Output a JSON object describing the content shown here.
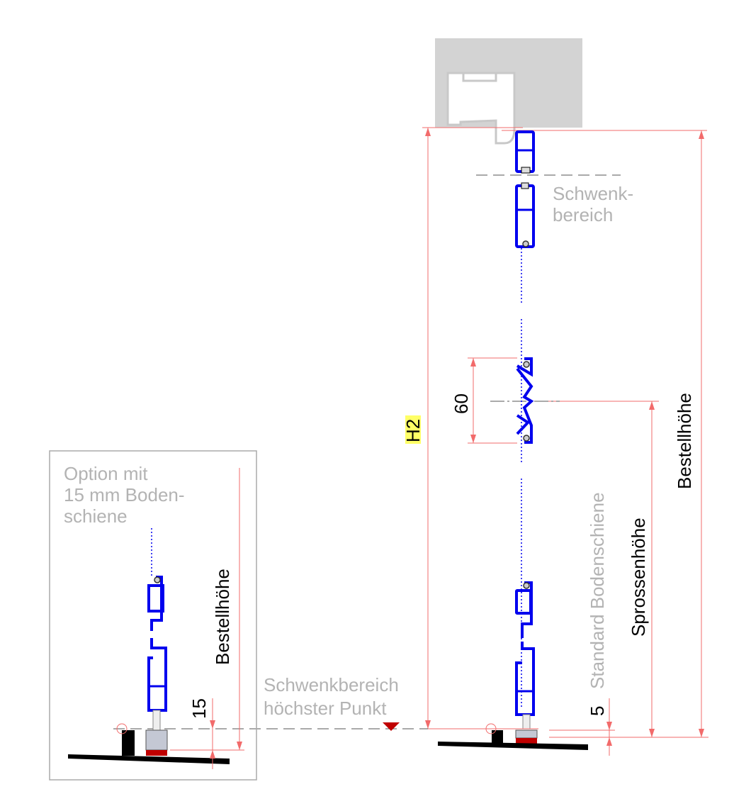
{
  "labels": {
    "schwenk_line1": "Schwenk-",
    "schwenk_line2": "bereich",
    "h2": "H2",
    "dim_60": "60",
    "bestellhoehe_right": "Bestellhöhe",
    "standard_bodenschiene": "Standard Bodenschiene",
    "sprossenhoehe": "Sprossenhöhe",
    "dim_5": "5",
    "option_line1": "Option mit",
    "option_line2": "15 mm Boden-",
    "option_line3": "schiene",
    "bestellhoehe_left": "Bestellhöhe",
    "dim_15": "15",
    "highest_line1": "Schwenkbereich",
    "highest_line2": "höchster Punkt"
  },
  "colors": {
    "profile": "#0000ee",
    "dimension": "#f26b6b",
    "frame": "#d3d3d3",
    "label_grey": "#b3b3b3",
    "h2_highlight": "#ffff66",
    "marker": "#c00000"
  }
}
